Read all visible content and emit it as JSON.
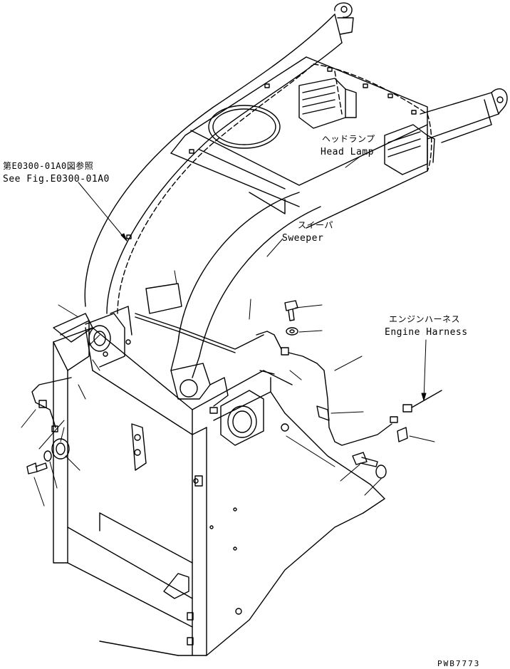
{
  "labels": {
    "reference_jp": "第E0300-01A0図参照",
    "reference_en": "See Fig.E0300-01A0",
    "head_lamp_jp": "ヘッドランプ",
    "head_lamp_en": "Head Lamp",
    "sweeper_jp": "スイーパ",
    "sweeper_en": "Sweeper",
    "engine_harness_jp": "エンジンハーネス",
    "engine_harness_en": "Engine Harness"
  },
  "drawing_code": "PWB7773"
}
